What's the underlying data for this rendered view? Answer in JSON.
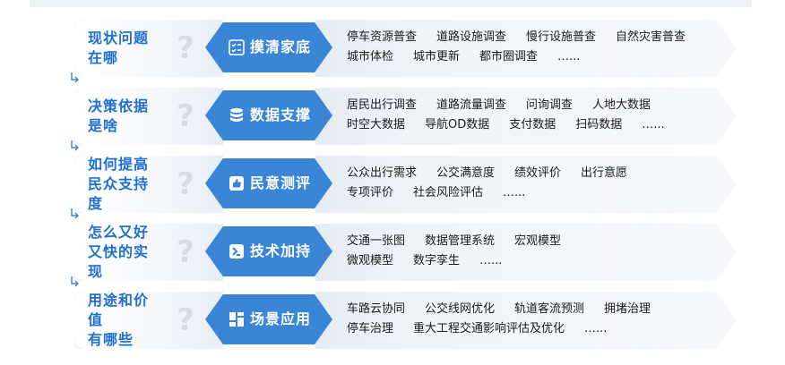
{
  "rows": [
    {
      "question": [
        "现状问题",
        "在哪"
      ],
      "qmark": "?",
      "badge": "摸清家底",
      "icon": "checklist-icon",
      "items": [
        [
          "停车资源普查",
          "道路设施调查",
          "慢行设施普查",
          "自然灾害普查"
        ],
        [
          "城市体检",
          "城市更新",
          "都市圈调查",
          "…..."
        ]
      ]
    },
    {
      "question": [
        "决策依据",
        "是啥"
      ],
      "qmark": "?",
      "badge": "数据支撑",
      "icon": "database-icon",
      "items": [
        [
          "居民出行调查",
          "道路流量调查",
          "问询调查",
          "人地大数据"
        ],
        [
          "时空大数据",
          "导航OD数据",
          "支付数据",
          "扫码数据",
          "…..."
        ]
      ]
    },
    {
      "question": [
        "如何提高",
        "民众支持度"
      ],
      "qmark": "?",
      "badge": "民意测评",
      "icon": "thumbs-up-icon",
      "items": [
        [
          "公众出行需求",
          "公交满意度",
          "绩效评价",
          "出行意愿"
        ],
        [
          "专项评价",
          "社会风险评估",
          "…..."
        ]
      ]
    },
    {
      "question": [
        "怎么又好",
        "又快的实现"
      ],
      "qmark": "?",
      "badge": "技术加持",
      "icon": "terminal-icon",
      "items": [
        [
          "交通一张图",
          "数据管理系统",
          "宏观模型"
        ],
        [
          "微观模型",
          "数字孪生",
          "…..."
        ]
      ]
    },
    {
      "question": [
        "用途和价值",
        "有哪些"
      ],
      "qmark": "?",
      "badge": "场景应用",
      "icon": "grid-icon",
      "items": [
        [
          "车路云协同",
          "公交线网优化",
          "轨道客流预测",
          "拥堵治理"
        ],
        [
          "停车治理",
          "重大工程交通影响评估及优化",
          "…..."
        ]
      ]
    }
  ]
}
